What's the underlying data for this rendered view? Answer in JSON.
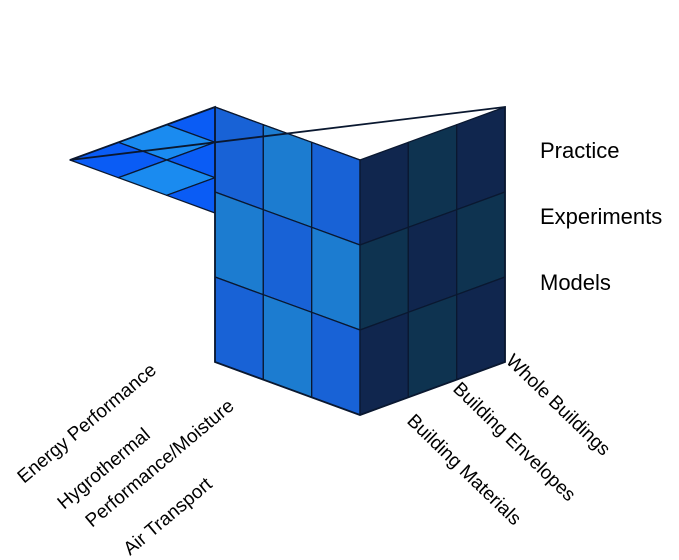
{
  "diagram": {
    "layers": [
      "Practice",
      "Experiments",
      "Models"
    ],
    "scale_axis": [
      "Whole Buildings",
      "Building Envelopes",
      "Building Materials"
    ],
    "topic_axis": [
      "Energy Performance",
      "Hygrothermal",
      "Performance/Moisture",
      "Air Transport"
    ]
  },
  "colors": {
    "top_light": "#1a8bf0",
    "top_dark": "#0a5cf5",
    "front_a": "#1862d6",
    "front_b": "#1c7cd0",
    "right_a": "#10264e",
    "right_b": "#0e3350",
    "outline": "#0a1830"
  }
}
